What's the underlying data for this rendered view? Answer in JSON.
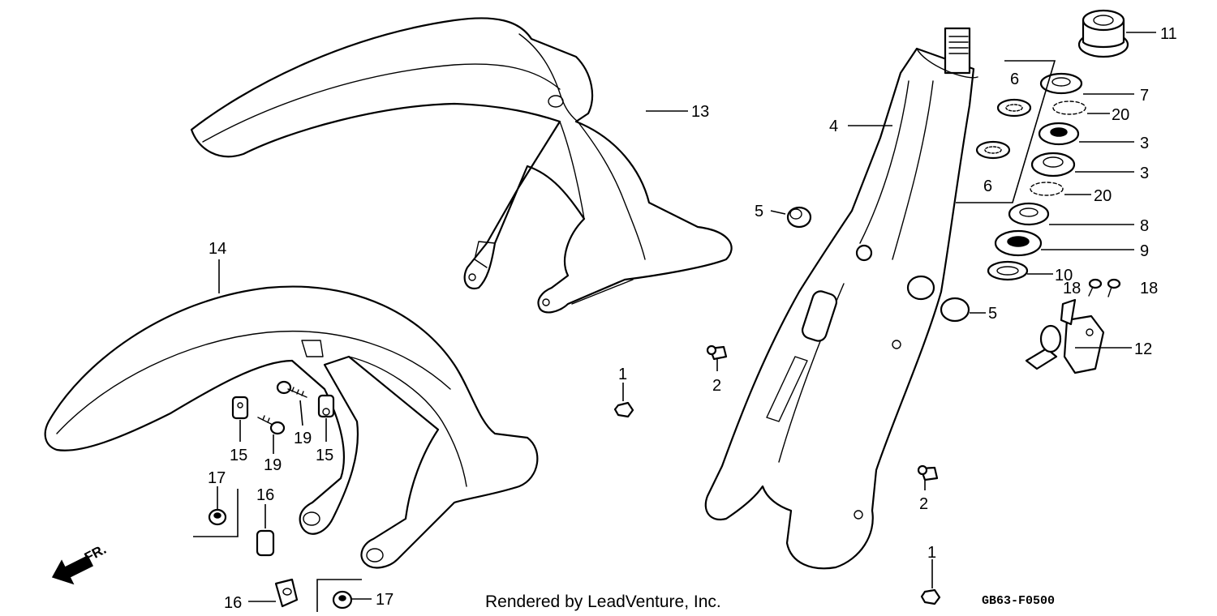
{
  "diagram": {
    "credit": "Rendered by LeadVenture, Inc.",
    "code": "GB63-F0500",
    "direction_label": "FR.",
    "callouts": {
      "c1a": "1",
      "c1b": "1",
      "c2a": "2",
      "c2b": "2",
      "c3a": "3",
      "c3b": "3",
      "c4": "4",
      "c5a": "5",
      "c5b": "5",
      "c6a": "6",
      "c6b": "6",
      "c7": "7",
      "c8": "8",
      "c9": "9",
      "c10": "10",
      "c11": "11",
      "c12": "12",
      "c13": "13",
      "c14": "14",
      "c15a": "15",
      "c15b": "15",
      "c16a": "16",
      "c16b": "16",
      "c17a": "17",
      "c17b": "17",
      "c18a": "18",
      "c18b": "18",
      "c19a": "19",
      "c19b": "19",
      "c20a": "20",
      "c20b": "20"
    }
  }
}
